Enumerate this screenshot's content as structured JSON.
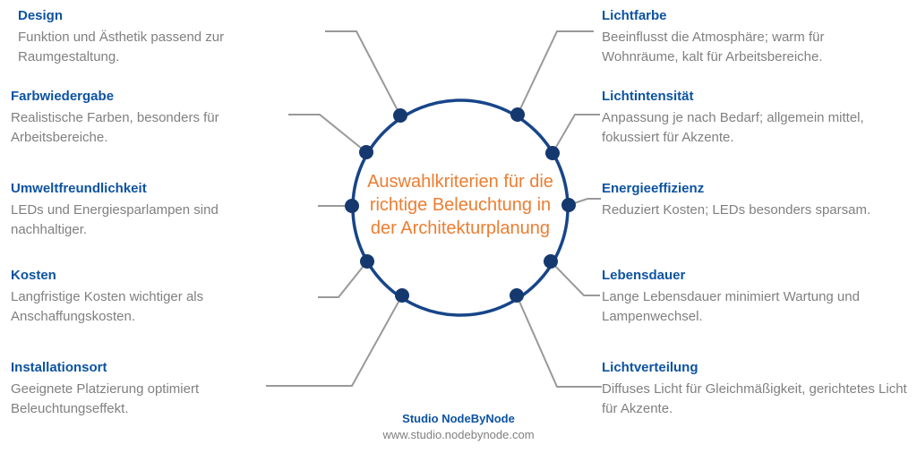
{
  "center": {
    "title": "Auswahlkriterien für die richtige Beleuchtung in der Architekturplanung"
  },
  "left_items": [
    {
      "title": "Design",
      "description": "Funktion und Ästhetik passend zur Raumgestaltung."
    },
    {
      "title": "Farbwiedergabe",
      "description": "Realistische Farben, besonders für Arbeitsbereiche."
    },
    {
      "title": "Umweltfreundlichkeit",
      "description": "LEDs und Energiesparlampen sind nachhaltiger."
    },
    {
      "title": "Kosten",
      "description": "Langfristige Kosten wichtiger als Anschaffungskosten."
    },
    {
      "title": "Installationsort",
      "description": "Geeignete Platzierung optimiert Beleuchtungseffekt."
    }
  ],
  "right_items": [
    {
      "title": "Lichtfarbe",
      "description": "Beeinflusst die Atmosphäre; warm für Wohnräume, kalt für Arbeitsbereiche."
    },
    {
      "title": "Lichtintensität",
      "description": "Anpassung je nach Bedarf; allgemein mittel, fokussiert für Akzente."
    },
    {
      "title": "Energieeffizienz",
      "description": "Reduziert Kosten; LEDs besonders sparsam."
    },
    {
      "title": "Lebensdauer",
      "description": "Lange Lebensdauer minimiert Wartung und Lampenwechsel."
    },
    {
      "title": "Lichtverteilung",
      "description": "Diffuses Licht für Gleichmäßigkeit, gerichtetes Licht für Akzente."
    }
  ],
  "footer": {
    "studio": "Studio NodeByNode",
    "website": "www.studio.nodebynode.com"
  },
  "colors": {
    "heading_blue": "#0c53a2",
    "body_gray": "#808080",
    "circle_navy": "#174589",
    "dot_navy": "#15396f",
    "accent_orange": "#ed7d31",
    "connector_gray": "#999999",
    "background": "#ffffff"
  }
}
